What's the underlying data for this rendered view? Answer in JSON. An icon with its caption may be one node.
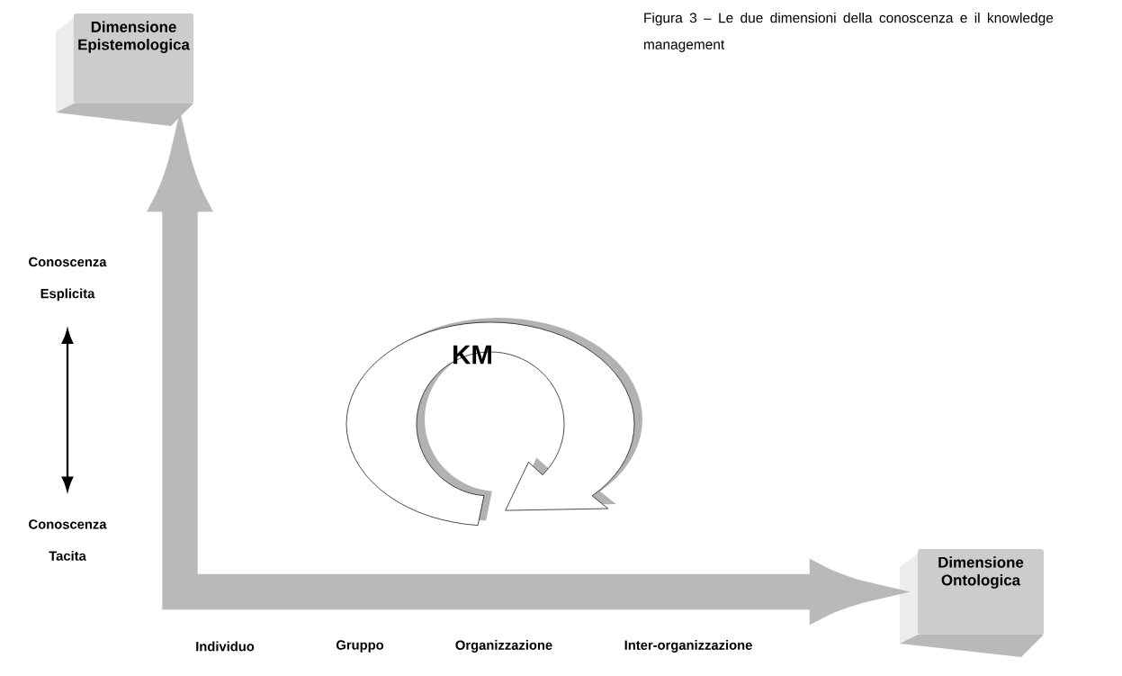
{
  "diagram": {
    "caption": "Figura 3 – Le due dimensioni della conoscenza e il knowledge management",
    "nodes": [
      {
        "text": [
          "Dimensione Epistemologica"
        ]
      },
      {
        "text": [
          "Dimensione Ontologica"
        ]
      },
      {
        "text": [
          "KM"
        ]
      },
      {
        "text": [
          "Conoscenza Esplicita"
        ]
      },
      {
        "text": [
          "Conoscenza Tacita"
        ]
      }
    ],
    "edges": [
      {
        "from": 0,
        "to": 1,
        "arrow": "both",
        "style": "thick"
      },
      {
        "from": 3,
        "to": 4,
        "arrow": "both",
        "color": "#000000"
      }
    ],
    "labels": [
      "Individuo",
      "Gruppo",
      "Organizzazione",
      "Inter-organizzazione"
    ]
  }
}
